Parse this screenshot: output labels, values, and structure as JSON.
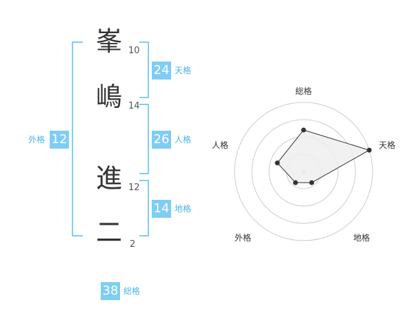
{
  "name": {
    "chars": [
      {
        "char": "峯",
        "strokes": "10"
      },
      {
        "char": "嶋",
        "strokes": "14"
      },
      {
        "char": "進",
        "strokes": "12"
      },
      {
        "char": "二",
        "strokes": "2"
      }
    ]
  },
  "kaku": {
    "tenkaku": {
      "value": "24",
      "label": "天格"
    },
    "jinkaku": {
      "value": "26",
      "label": "人格"
    },
    "chikaku": {
      "value": "14",
      "label": "地格"
    },
    "gaikaku": {
      "value": "12",
      "label": "外格"
    },
    "soukaku": {
      "value": "38",
      "label": "総格"
    }
  },
  "chart_data": {
    "type": "radar",
    "axes": [
      "総格",
      "天格",
      "地格",
      "外格",
      "人格"
    ],
    "values": [
      3,
      5,
      1,
      1,
      2
    ],
    "max": 5,
    "rings": 4,
    "colors": {
      "fill": "#efefef",
      "line": "#333333",
      "grid": "#cccccc"
    }
  }
}
